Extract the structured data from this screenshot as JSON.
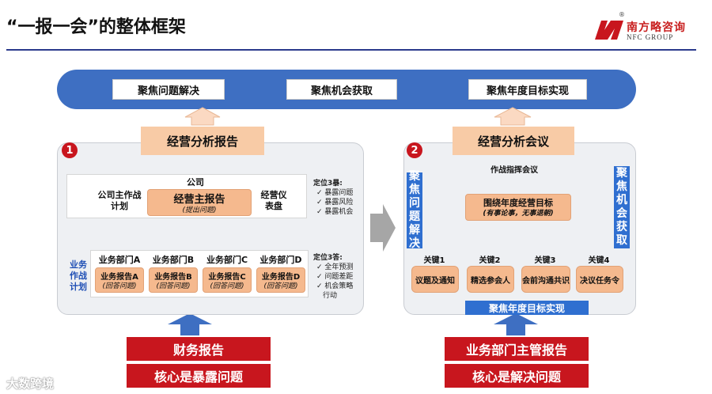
{
  "title": "“一报一会”的整体框架",
  "logo": {
    "cn": "南方略咨询",
    "en": "NFC GROUP",
    "reg": "®"
  },
  "banner": {
    "items": [
      "聚焦问题解决",
      "聚焦机会获取",
      "聚焦年度目标实现"
    ]
  },
  "left": {
    "num": "1",
    "header": "经营分析报告",
    "company_label": "公司",
    "strategy": "公司主作战计划",
    "main_report": "经营主报告",
    "main_report_sub": "(提出问题)",
    "dashboard": "经营仪表盘",
    "pos1_title": "定位3暴:",
    "pos1_items": [
      "✓ 暴露问题",
      "✓ 暴露风险",
      "✓ 暴露机会"
    ],
    "biz_plan": "业务作战计划",
    "depts": [
      "业务部门A",
      "业务部门B",
      "业务部门C",
      "业务部门D"
    ],
    "reports": [
      "业务报告A",
      "业务报告B",
      "业务报告C",
      "业务报告D"
    ],
    "reports_sub": "(回答问题)",
    "pos2_title": "定位3答:",
    "pos2_items": [
      "✓ 全年预测",
      "✓ 问题差距",
      "✓ 机会策略",
      "行动"
    ],
    "bottom1": "财务报告",
    "bottom2": "核心是暴露问题"
  },
  "right": {
    "num": "2",
    "header": "经营分析会议",
    "command": "作战指挥会议",
    "left_vertical": "聚焦问题解决",
    "right_vertical": "聚焦机会获取",
    "goal": "围绕年度经营目标",
    "goal_sub": "(有事论事，无事退朝)",
    "keys": [
      "关键1",
      "关键2",
      "关键3",
      "关键4"
    ],
    "key_boxes": [
      "议题及通知",
      "精选参会人",
      "会前沟通共识",
      "决议任务令"
    ],
    "focus_bar": "聚焦年度目标实现",
    "bottom1": "业务部门主管报告",
    "bottom2": "核心是解决问题"
  },
  "watermark": "大数跨境",
  "colors": {
    "banner": "#3e6fc2",
    "red": "#c8161e",
    "orange": "#f8cba6",
    "blue": "#2f6fd0",
    "rule": "#2b3a8c"
  }
}
